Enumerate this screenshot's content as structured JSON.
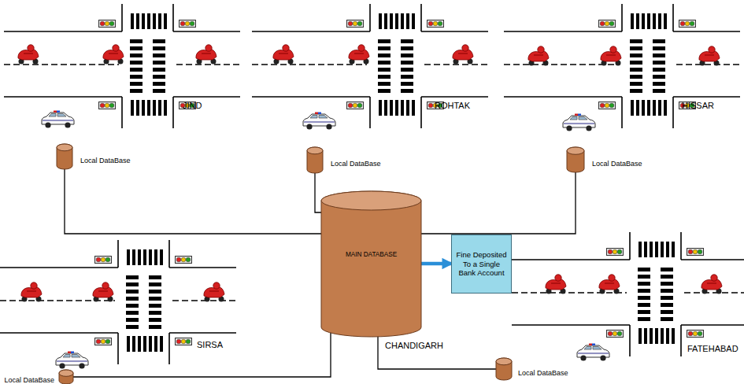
{
  "diagram": {
    "nodes": [
      {
        "text": [
          "Local DataBase"
        ]
      },
      {
        "text": [
          "Local DataBase"
        ]
      },
      {
        "text": [
          "Local DataBase"
        ]
      },
      {
        "text": [
          "MAIN DATABASE"
        ]
      },
      {
        "text": [
          "Fine Deposited To a Single Bank Account"
        ]
      },
      {
        "text": [
          "Local DataBase"
        ]
      },
      {
        "text": [
          "Local DataBase"
        ]
      }
    ],
    "edges": [
      {
        "from": 0,
        "to": 3,
        "arrow": "none"
      },
      {
        "from": 1,
        "to": 3,
        "arrow": "none"
      },
      {
        "from": 2,
        "to": 3,
        "arrow": "none"
      },
      {
        "from": 5,
        "to": 3,
        "arrow": "none"
      },
      {
        "from": 6,
        "to": 3,
        "arrow": "none"
      },
      {
        "from": 3,
        "to": 4,
        "arrow": "to"
      }
    ],
    "labels": [
      "JIND",
      "ROHTAK",
      "HISSAR",
      "SIRSA",
      "CHANDIGARH",
      "FATEHABAD"
    ]
  }
}
